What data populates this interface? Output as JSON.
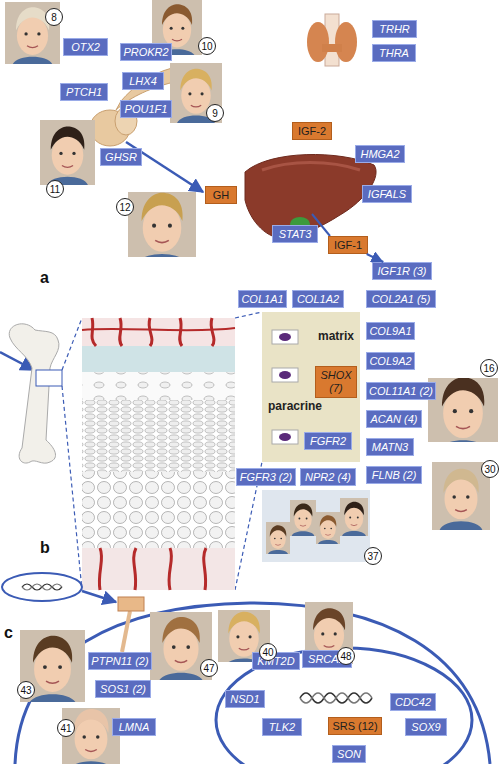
{
  "diagram": {
    "nodes": [
      {
        "text": [
          "OTX2"
        ]
      },
      {
        "text": [
          "PROKR2"
        ]
      },
      {
        "text": [
          "TRHR"
        ]
      },
      {
        "text": [
          "THRA"
        ]
      },
      {
        "text": [
          "PTCH1"
        ]
      },
      {
        "text": [
          "LHX4"
        ]
      },
      {
        "text": [
          "POU1F1"
        ]
      },
      {
        "text": [
          "IGF-2"
        ]
      },
      {
        "text": [
          "GHSR"
        ]
      },
      {
        "text": [
          "HMGA2"
        ]
      },
      {
        "text": [
          "GH"
        ]
      },
      {
        "text": [
          "IGFALS"
        ]
      },
      {
        "text": [
          "STAT3"
        ]
      },
      {
        "text": [
          "IGF-1"
        ]
      },
      {
        "text": [
          "IGF1R (3)"
        ]
      },
      {
        "text": [
          "COL1A1"
        ]
      },
      {
        "text": [
          "COL1A2"
        ]
      },
      {
        "text": [
          "COL2A1 (5)"
        ]
      },
      {
        "text": [
          "matrix",
          "paracrine"
        ]
      },
      {
        "text": [
          "SHOX (7)"
        ],
        "in": 18
      },
      {
        "text": [
          "FGFR2"
        ],
        "in": 18
      },
      {
        "text": [
          "COL9A1"
        ]
      },
      {
        "text": [
          "COL9A2"
        ]
      },
      {
        "text": [
          "COL11A1 (2)"
        ]
      },
      {
        "text": [
          "ACAN (4)"
        ]
      },
      {
        "text": [
          "MATN3"
        ]
      },
      {
        "text": [
          "FGFR3 (2)"
        ]
      },
      {
        "text": [
          "NPR2 (4)"
        ]
      },
      {
        "text": [
          "FLNB (2)"
        ]
      },
      {
        "text": [
          "PTPN11 (2)"
        ]
      },
      {
        "text": [
          "SOS1 (2)"
        ]
      },
      {
        "text": [
          "KMT2D"
        ]
      },
      {
        "text": [
          "SRCAP"
        ]
      },
      {
        "text": [
          "NSD1"
        ]
      },
      {
        "text": [
          "CDC42"
        ]
      },
      {
        "text": [
          "LMNA"
        ]
      },
      {
        "text": [
          "TLK2"
        ]
      },
      {
        "text": [
          "SRS (12)"
        ]
      },
      {
        "text": [
          "SOX9"
        ]
      },
      {
        "text": [
          "SON"
        ]
      }
    ],
    "edges": [
      {
        "from": 13,
        "to": 14,
        "arrow": "to"
      }
    ],
    "labels": [
      "8",
      "10",
      "9",
      "11",
      "12",
      "a",
      "16",
      "30",
      "37",
      "b",
      "43",
      "47",
      "40",
      "48",
      "41",
      "c"
    ]
  }
}
